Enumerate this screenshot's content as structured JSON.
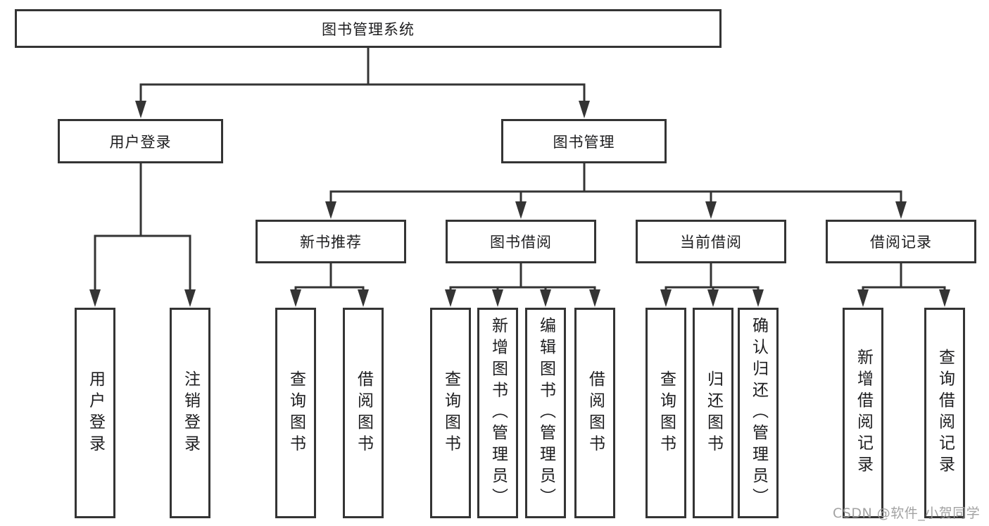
{
  "diagram": {
    "title": "图书管理系统",
    "type": "functional-structure-tree",
    "tree": {
      "label": "图书管理系统",
      "children": [
        {
          "label": "用户登录",
          "children": [
            {
              "label": "用户登录"
            },
            {
              "label": "注销登录"
            }
          ]
        },
        {
          "label": "图书管理",
          "children": [
            {
              "label": "新书推荐",
              "children": [
                {
                  "label": "查询图书"
                },
                {
                  "label": "借阅图书"
                }
              ]
            },
            {
              "label": "图书借阅",
              "children": [
                {
                  "label": "查询图书"
                },
                {
                  "label": "新增图书（管理员）"
                },
                {
                  "label": "编辑图书（管理员）"
                },
                {
                  "label": "借阅图书"
                }
              ]
            },
            {
              "label": "当前借阅",
              "children": [
                {
                  "label": "查询图书"
                },
                {
                  "label": "归还图书"
                },
                {
                  "label": "确认归还（管理员）"
                }
              ]
            },
            {
              "label": "借阅记录",
              "children": [
                {
                  "label": "新增借阅记录"
                },
                {
                  "label": "查询借阅记录"
                }
              ]
            }
          ]
        }
      ]
    }
  },
  "watermark": "CSDN @软件_小贺同学",
  "colors": {
    "line": "#343434",
    "box_border": "#343434",
    "text": "#1d1d1f",
    "background": "#ffffff",
    "watermark": "#9b9b9b"
  }
}
